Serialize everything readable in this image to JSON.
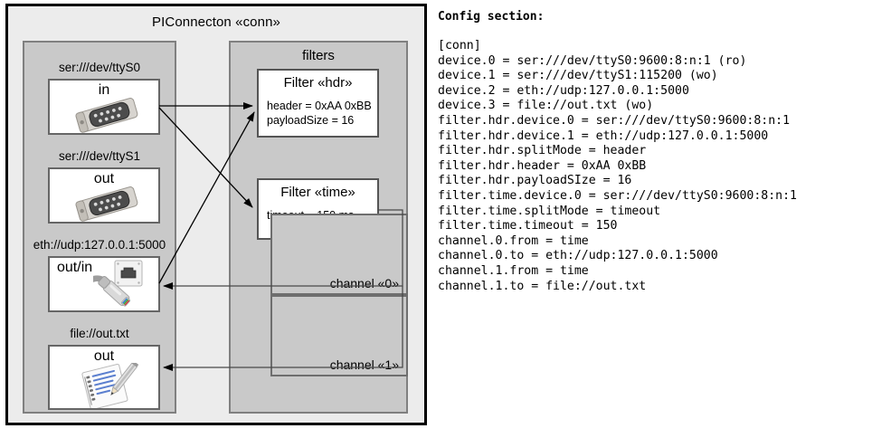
{
  "diagram": {
    "title": "PIConnecton «conn»",
    "devices_panel": {
      "name": "devices",
      "items": [
        {
          "label": "ser:///dev/ttyS0",
          "caption": "in",
          "icon": "serial-db9-icon"
        },
        {
          "label": "ser:///dev/ttyS1",
          "caption": "out",
          "icon": "serial-db9-icon"
        },
        {
          "label": "eth://udp:127.0.0.1:5000",
          "caption": "out/in",
          "icon": "ethernet-jack-icon"
        },
        {
          "label": "file://out.txt",
          "caption": "out",
          "icon": "text-file-pencil-icon"
        }
      ]
    },
    "filters_panel": {
      "title": "filters",
      "filters": [
        {
          "title": "Filter «hdr»",
          "props": [
            "header = 0xAA 0xBB",
            "payloadSize = 16"
          ]
        },
        {
          "title": "Filter «time»",
          "props": [
            "timeout = 150 ms"
          ]
        }
      ],
      "channels": [
        {
          "label": "channel «0»"
        },
        {
          "label": "channel «1»"
        }
      ]
    }
  },
  "config": {
    "heading": "Config section:",
    "text": "[conn]\ndevice.0 = ser:///dev/ttyS0:9600:8:n:1 (ro)\ndevice.1 = ser:///dev/ttyS1:115200 (wo)\ndevice.2 = eth://udp:127.0.0.1:5000\ndevice.3 = file://out.txt (wo)\nfilter.hdr.device.0 = ser:///dev/ttyS0:9600:8:n:1\nfilter.hdr.device.1 = eth://udp:127.0.0.1:5000\nfilter.hdr.splitMode = header\nfilter.hdr.header = 0xAA 0xBB\nfilter.hdr.payloadSIze = 16\nfilter.time.device.0 = ser:///dev/ttyS0:9600:8:n:1\nfilter.time.splitMode = timeout\nfilter.time.timeout = 150\nchannel.0.from = time\nchannel.0.to = eth://udp:127.0.0.1:5000\nchannel.1.from = time\nchannel.1.to = file://out.txt"
  },
  "colors": {
    "frame_border": "#000000",
    "outer_fill": "#ececec",
    "panel_fill": "#c9c9c9",
    "panel_border": "#808080",
    "box_fill": "#ffffff",
    "arrow": "#000000"
  }
}
